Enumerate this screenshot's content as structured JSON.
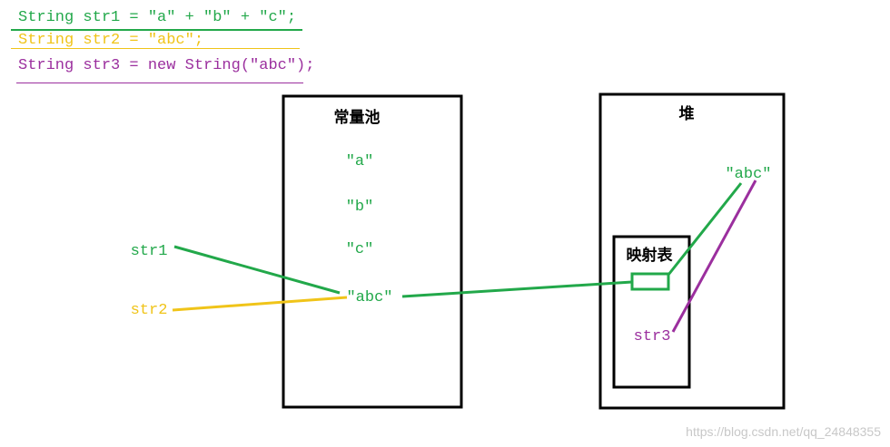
{
  "colors": {
    "green": "#22a84a",
    "yellow": "#f0c419",
    "purple": "#9b2f9e",
    "black": "#000000",
    "watermark": "#c8c8c8"
  },
  "code": {
    "line1": "String str1 = \"a\" + \"b\" + \"c\";",
    "line2": "String str2 = \"abc\";",
    "line3": "String str3 = new String(\"abc\");"
  },
  "constant_pool": {
    "title": "常量池",
    "items": [
      "\"a\"",
      "\"b\"",
      "\"c\"",
      "\"abc\""
    ]
  },
  "heap": {
    "title": "堆",
    "object": "\"abc\"",
    "mapping_table": {
      "title": "映射表",
      "ref_label": "str3"
    }
  },
  "references": {
    "str1": "str1",
    "str2": "str2"
  },
  "watermark": "https://blog.csdn.net/qq_24848355"
}
